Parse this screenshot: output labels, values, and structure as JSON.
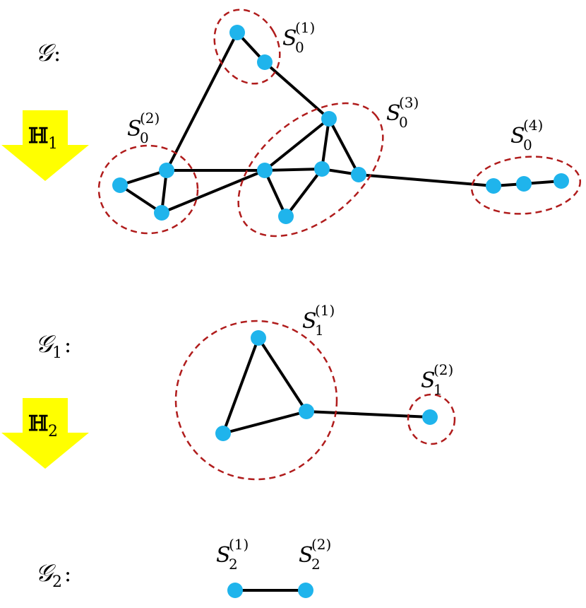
{
  "graph_labels": [
    {
      "symbol": "𝒢",
      "sub": "",
      "colon": ":"
    },
    {
      "symbol": "𝒢",
      "sub": "1",
      "colon": ":"
    },
    {
      "symbol": "𝒢",
      "sub": "2",
      "colon": ":"
    }
  ],
  "operators": [
    {
      "symbol": "ℍ",
      "sub": "1"
    },
    {
      "symbol": "ℍ",
      "sub": "2"
    }
  ],
  "subgraph_labels": [
    {
      "base": "S",
      "sub": "0",
      "sup": "(1)"
    },
    {
      "base": "S",
      "sub": "0",
      "sup": "(2)"
    },
    {
      "base": "S",
      "sub": "0",
      "sup": "(3)"
    },
    {
      "base": "S",
      "sub": "0",
      "sup": "(4)"
    },
    {
      "base": "S",
      "sub": "1",
      "sup": "(1)"
    },
    {
      "base": "S",
      "sub": "1",
      "sup": "(2)"
    },
    {
      "base": "S",
      "sub": "2",
      "sup": "(1)"
    },
    {
      "base": "S",
      "sub": "2",
      "sup": "(2)"
    }
  ],
  "colors": {
    "node": "#1fb4ec",
    "edge": "#000000",
    "cluster_outline": "#b01c1c",
    "arrow": "#ffff00"
  },
  "graphs": [
    {
      "name": "G",
      "nodes": [
        "a",
        "b",
        "c",
        "d",
        "e",
        "f",
        "g",
        "h",
        "i",
        "j",
        "k",
        "l",
        "m"
      ],
      "edges": [
        [
          "a",
          "b"
        ],
        [
          "a",
          "c"
        ],
        [
          "b",
          "f"
        ],
        [
          "c",
          "d"
        ],
        [
          "c",
          "e"
        ],
        [
          "c",
          "g"
        ],
        [
          "d",
          "e"
        ],
        [
          "e",
          "g"
        ],
        [
          "f",
          "h"
        ],
        [
          "f",
          "i"
        ],
        [
          "g",
          "h"
        ],
        [
          "g",
          "j"
        ],
        [
          "h",
          "i"
        ],
        [
          "h",
          "j"
        ],
        [
          "i",
          "k"
        ],
        [
          "k",
          "l"
        ],
        [
          "l",
          "m"
        ]
      ],
      "clusters": [
        [
          "a",
          "b"
        ],
        [
          "c",
          "d",
          "e"
        ],
        [
          "f",
          "g",
          "h",
          "i",
          "j"
        ],
        [
          "k",
          "l",
          "m"
        ]
      ]
    },
    {
      "name": "G1",
      "nodes": [
        "p",
        "q",
        "r",
        "s"
      ],
      "edges": [
        [
          "p",
          "q"
        ],
        [
          "p",
          "r"
        ],
        [
          "q",
          "r"
        ],
        [
          "q",
          "s"
        ]
      ],
      "clusters": [
        [
          "p",
          "q",
          "r"
        ],
        [
          "s"
        ]
      ]
    },
    {
      "name": "G2",
      "nodes": [
        "u",
        "v"
      ],
      "edges": [
        [
          "u",
          "v"
        ]
      ],
      "clusters": []
    }
  ]
}
